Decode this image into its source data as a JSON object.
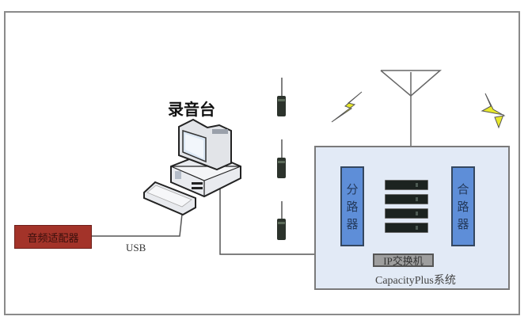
{
  "diagram": {
    "recorder": {
      "label": "录音台",
      "icon": "desktop-computer-icon"
    },
    "audio_adapter": {
      "label": "音频适配器",
      "color": "#a33329"
    },
    "usb_link": {
      "label": "USB"
    },
    "radios": {
      "icon": "handheld-radio-icon",
      "count": 3
    },
    "wireless_signals": {
      "icon": "lightning-bolt-icon",
      "color": "#e8e82a",
      "count": 2
    },
    "antenna": {
      "icon": "antenna-icon"
    },
    "system": {
      "label": "CapacityPlus系统",
      "background": "#e2eaf6",
      "splitter": {
        "label": "分路器",
        "chars": [
          "分",
          "路",
          "器"
        ]
      },
      "combiner": {
        "label": "合路器",
        "chars": [
          "合",
          "路",
          "器"
        ]
      },
      "repeaters": {
        "icon": "repeater-rack-icon",
        "count": 4
      },
      "ip_switch": {
        "label": "IP交换机"
      },
      "module_color": "#5e8ed8"
    }
  }
}
